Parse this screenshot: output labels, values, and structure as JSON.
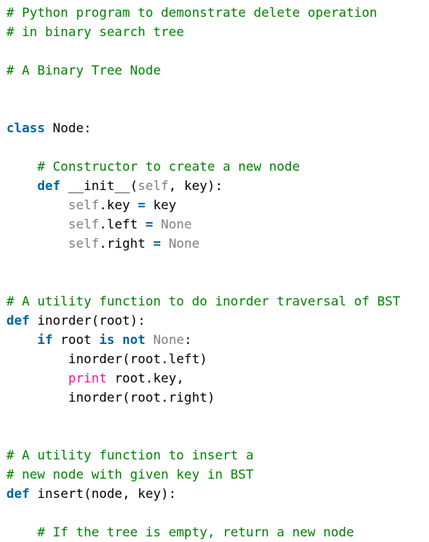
{
  "code": {
    "lines": [
      [
        {
          "text": "# Python program to demonstrate delete operation",
          "type": "comment"
        }
      ],
      [
        {
          "text": "# in binary search tree",
          "type": "comment"
        }
      ],
      [],
      [
        {
          "text": "# A Binary Tree Node",
          "type": "comment"
        }
      ],
      [],
      [],
      [
        {
          "text": "class",
          "type": "keyword"
        },
        {
          "text": " Node:",
          "type": "plain"
        }
      ],
      [],
      [
        {
          "text": "    ",
          "type": "plain"
        },
        {
          "text": "# Constructor to create a new node",
          "type": "comment"
        }
      ],
      [
        {
          "text": "    ",
          "type": "plain"
        },
        {
          "text": "def",
          "type": "keyword"
        },
        {
          "text": " __init__(",
          "type": "plain"
        },
        {
          "text": "self",
          "type": "self"
        },
        {
          "text": ", key):",
          "type": "plain"
        }
      ],
      [
        {
          "text": "        ",
          "type": "plain"
        },
        {
          "text": "self",
          "type": "self"
        },
        {
          "text": ".key ",
          "type": "plain"
        },
        {
          "text": "=",
          "type": "keyword"
        },
        {
          "text": " key",
          "type": "plain"
        }
      ],
      [
        {
          "text": "        ",
          "type": "plain"
        },
        {
          "text": "self",
          "type": "self"
        },
        {
          "text": ".left ",
          "type": "plain"
        },
        {
          "text": "=",
          "type": "keyword"
        },
        {
          "text": " ",
          "type": "plain"
        },
        {
          "text": "None",
          "type": "none"
        }
      ],
      [
        {
          "text": "        ",
          "type": "plain"
        },
        {
          "text": "self",
          "type": "self"
        },
        {
          "text": ".right ",
          "type": "plain"
        },
        {
          "text": "=",
          "type": "keyword"
        },
        {
          "text": " ",
          "type": "plain"
        },
        {
          "text": "None",
          "type": "none"
        }
      ],
      [],
      [],
      [
        {
          "text": "# A utility function to do inorder traversal of BST",
          "type": "comment"
        }
      ],
      [
        {
          "text": "def",
          "type": "keyword"
        },
        {
          "text": " inorder(root):",
          "type": "plain"
        }
      ],
      [
        {
          "text": "    ",
          "type": "plain"
        },
        {
          "text": "if",
          "type": "keyword"
        },
        {
          "text": " root ",
          "type": "plain"
        },
        {
          "text": "is",
          "type": "keyword"
        },
        {
          "text": " ",
          "type": "plain"
        },
        {
          "text": "not",
          "type": "keyword"
        },
        {
          "text": " ",
          "type": "plain"
        },
        {
          "text": "None",
          "type": "none"
        },
        {
          "text": ":",
          "type": "plain"
        }
      ],
      [
        {
          "text": "        inorder(root.left)",
          "type": "plain"
        }
      ],
      [
        {
          "text": "        ",
          "type": "plain"
        },
        {
          "text": "print",
          "type": "print"
        },
        {
          "text": " root.key,",
          "type": "plain"
        }
      ],
      [
        {
          "text": "        inorder(root.right)",
          "type": "plain"
        }
      ],
      [],
      [],
      [
        {
          "text": "# A utility function to insert a",
          "type": "comment"
        }
      ],
      [
        {
          "text": "# new node with given key in BST",
          "type": "comment"
        }
      ],
      [
        {
          "text": "def",
          "type": "keyword"
        },
        {
          "text": " insert(node, key):",
          "type": "plain"
        }
      ],
      [],
      [
        {
          "text": "    ",
          "type": "plain"
        },
        {
          "text": "# If the tree is empty, return a new node",
          "type": "comment"
        }
      ]
    ]
  },
  "colors": {
    "comment": "#008200",
    "keyword": "#006699",
    "self": "#808080",
    "none": "#808080",
    "print": "#ff1493",
    "plain": "#000000",
    "background": "#ffffff"
  }
}
